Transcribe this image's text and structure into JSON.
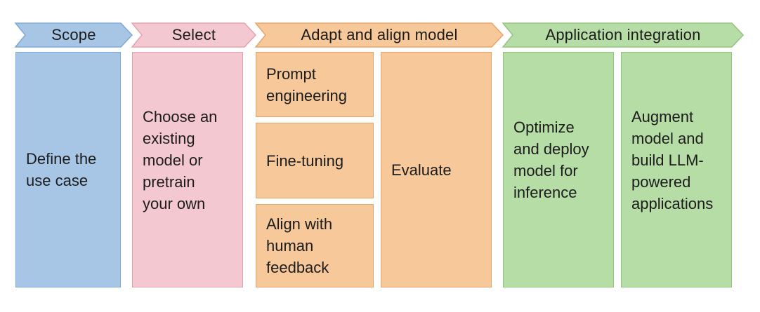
{
  "phases": [
    {
      "label": "Scope",
      "fill": "#a7c6e6",
      "stroke": "#7fa8d3"
    },
    {
      "label": "Select",
      "fill": "#f4c8d0",
      "stroke": "#e2a3b0"
    },
    {
      "label": "Adapt and align model",
      "fill": "#f6c89a",
      "stroke": "#e3a66a"
    },
    {
      "label": "Application integration",
      "fill": "#b7dda6",
      "stroke": "#93c47f"
    }
  ],
  "steps": {
    "define_use_case": "Define the\nuse case",
    "choose_model": "Choose an\nexisting\nmodel or\npretrain\nyour own",
    "prompt_engineering": "Prompt\nengineering",
    "fine_tuning": "Fine-tuning",
    "align_human_feedback": "Align with\nhuman\nfeedback",
    "evaluate": "Evaluate",
    "optimize_deploy": "Optimize\nand deploy\nmodel for\ninference",
    "augment_build": "Augment\nmodel and\nbuild LLM-\npowered\napplications"
  }
}
